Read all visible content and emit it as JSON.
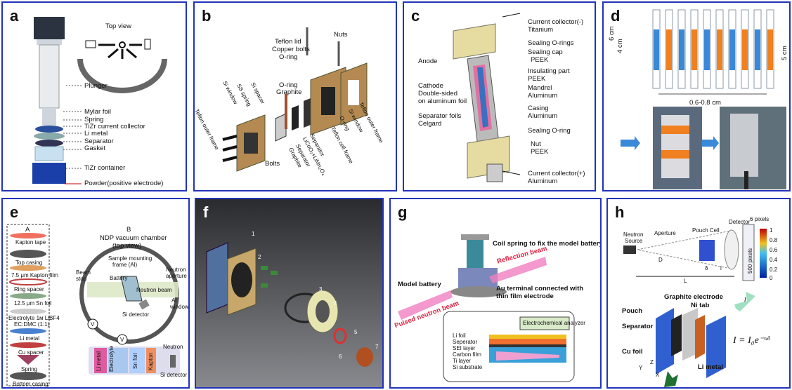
{
  "panels": {
    "a": {
      "label": "a",
      "top_view": "Top view",
      "plunger": "Plunger",
      "mylar": "Mylar foil",
      "spring": "Spring",
      "collector": "TiZr current collector",
      "li": "Li metal",
      "separator": "Separator",
      "gasket": "Gasket",
      "container": "TiZr container",
      "powder": "Powder(positive electrode)"
    },
    "b": {
      "label": "b",
      "teflon_lid": "Teflon lid",
      "copper_bolts": "Copper bolts",
      "oring_top": "O-ring",
      "nuts": "Nuts",
      "oring_mid": "O-ring",
      "graphite_top": "Graphite",
      "teflon_outer_left": "Teflon outer frame",
      "si_window_left": "Si window",
      "ss_spring": "SS spring",
      "si_spacer": "Si spacer",
      "separator": "Separator",
      "licoo2": "LiCoO₂+LiMn₂O₄",
      "separator2": "Separator",
      "graphite": "Graphite",
      "teflon_cell": "Teflon cell frame",
      "oring_right": "O-ring",
      "si_window_right": "Si window",
      "teflon_outer_right": "Teflon outer frame",
      "bolts": "Bolts"
    },
    "c": {
      "label": "c",
      "cc_neg": "Current collector(-)",
      "cc_neg_mat": "Titanium",
      "sealing_orings": "Sealing O-rings",
      "sealing_cap": "Sealing cap",
      "sealing_cap_mat": "PEEK",
      "insulating": "Insulating part",
      "insulating_mat": "PEEK",
      "mandrel": "Mandrel",
      "mandrel_mat": "Aluminum",
      "casing": "Casing",
      "casing_mat": "Aluminum",
      "sealing_oring": "Sealing O-ring",
      "nut": "Nut",
      "nut_mat": "PEEK",
      "cc_pos": "Current collector(+)",
      "cc_pos_mat": "Aluminum",
      "anode": "Anode",
      "cathode1": "Cathode",
      "cathode2": "Double-sided",
      "cathode3": "on aluminum foil",
      "sep1": "Separator foils",
      "sep2": "Celgard"
    },
    "d": {
      "label": "d",
      "h6": "6 cm",
      "h4": "4 cm",
      "h5": "5 cm",
      "spacing": "0.6-0.8 cm",
      "strip_colors": [
        "#3a88d8",
        "#f08020"
      ]
    },
    "e": {
      "label": "e",
      "A": "A",
      "B": "B",
      "kapton_tape": "Kapton tape",
      "top_casing": "Top casing",
      "kapton_film": "7.5 μm Kapton film",
      "ring_spacer": "Ring spacer",
      "sn_foil": "12.5 μm Sn foil",
      "electrolyte1": "Electrolyte 1м LiBF4",
      "electrolyte2": "EC:DMC (1:1)",
      "li_metal": "Li metal",
      "cu_spacer": "Cu spacer",
      "spring": "Spring",
      "bottom_casing": "Bottom casing",
      "chamber1": "NDP vacuum chamber",
      "chamber2": "(top view)",
      "frame1": "Sample mounting",
      "frame2": "frame (Al)",
      "battery": "Battery",
      "beam_stop1": "Beam",
      "beam_stop2": "stop",
      "neutron_ap1": "Neutron",
      "neutron_ap2": "aperture",
      "al_window1": "Al",
      "al_window2": "window",
      "neutron_beam": "Neutron beam",
      "si_detector": "Si detector",
      "v": "V",
      "bot_li": "Li metal",
      "bot_el": "Electrolyte",
      "bot_sn": "Sn foil",
      "bot_kap": "Kapton",
      "bot_neutron": "Neutron",
      "bot_si": "Si detector"
    },
    "f": {
      "label": "f",
      "nums": [
        "1",
        "2",
        "3",
        "4",
        "5",
        "6",
        "7"
      ]
    },
    "g": {
      "label": "g",
      "coil": "Coil spring to fix the model battery",
      "reflection": "Reflection beam",
      "model_battery": "Model battery",
      "au_terminal1": "Au terminal connected with",
      "au_terminal2": "thin film electrode",
      "pulsed": "Pulsed neutron beam",
      "analyzer": "Electrochemical analyzer",
      "layers": [
        "Li foil",
        "Seperator",
        "SEI layer",
        "Carbon film",
        "Ti layer",
        "Si substrate"
      ]
    },
    "h": {
      "label": "h",
      "neutron_source1": "Neutron",
      "neutron_source2": "Source",
      "aperture": "Aperture",
      "pouch_cell": "Pouch Cell",
      "detector": "Detector",
      "pixels6": "6 pixels",
      "pixels500": "500 pixels",
      "D": "D",
      "delta": "δ",
      "l": "l",
      "L": "L",
      "colorbar": [
        "1",
        "0.8",
        "0.6",
        "0.4",
        "0.2",
        "0"
      ],
      "graphite": "Graphite electrode",
      "ni_tab": "Ni tab",
      "pouch": "Pouch",
      "separator": "Separator",
      "cu_foil": "Cu foil",
      "li_metal": "Li metal",
      "I": "I",
      "equation": "I = I₀e⁻ᵘᵟ",
      "axes": [
        "Y",
        "Z",
        "X"
      ]
    }
  }
}
